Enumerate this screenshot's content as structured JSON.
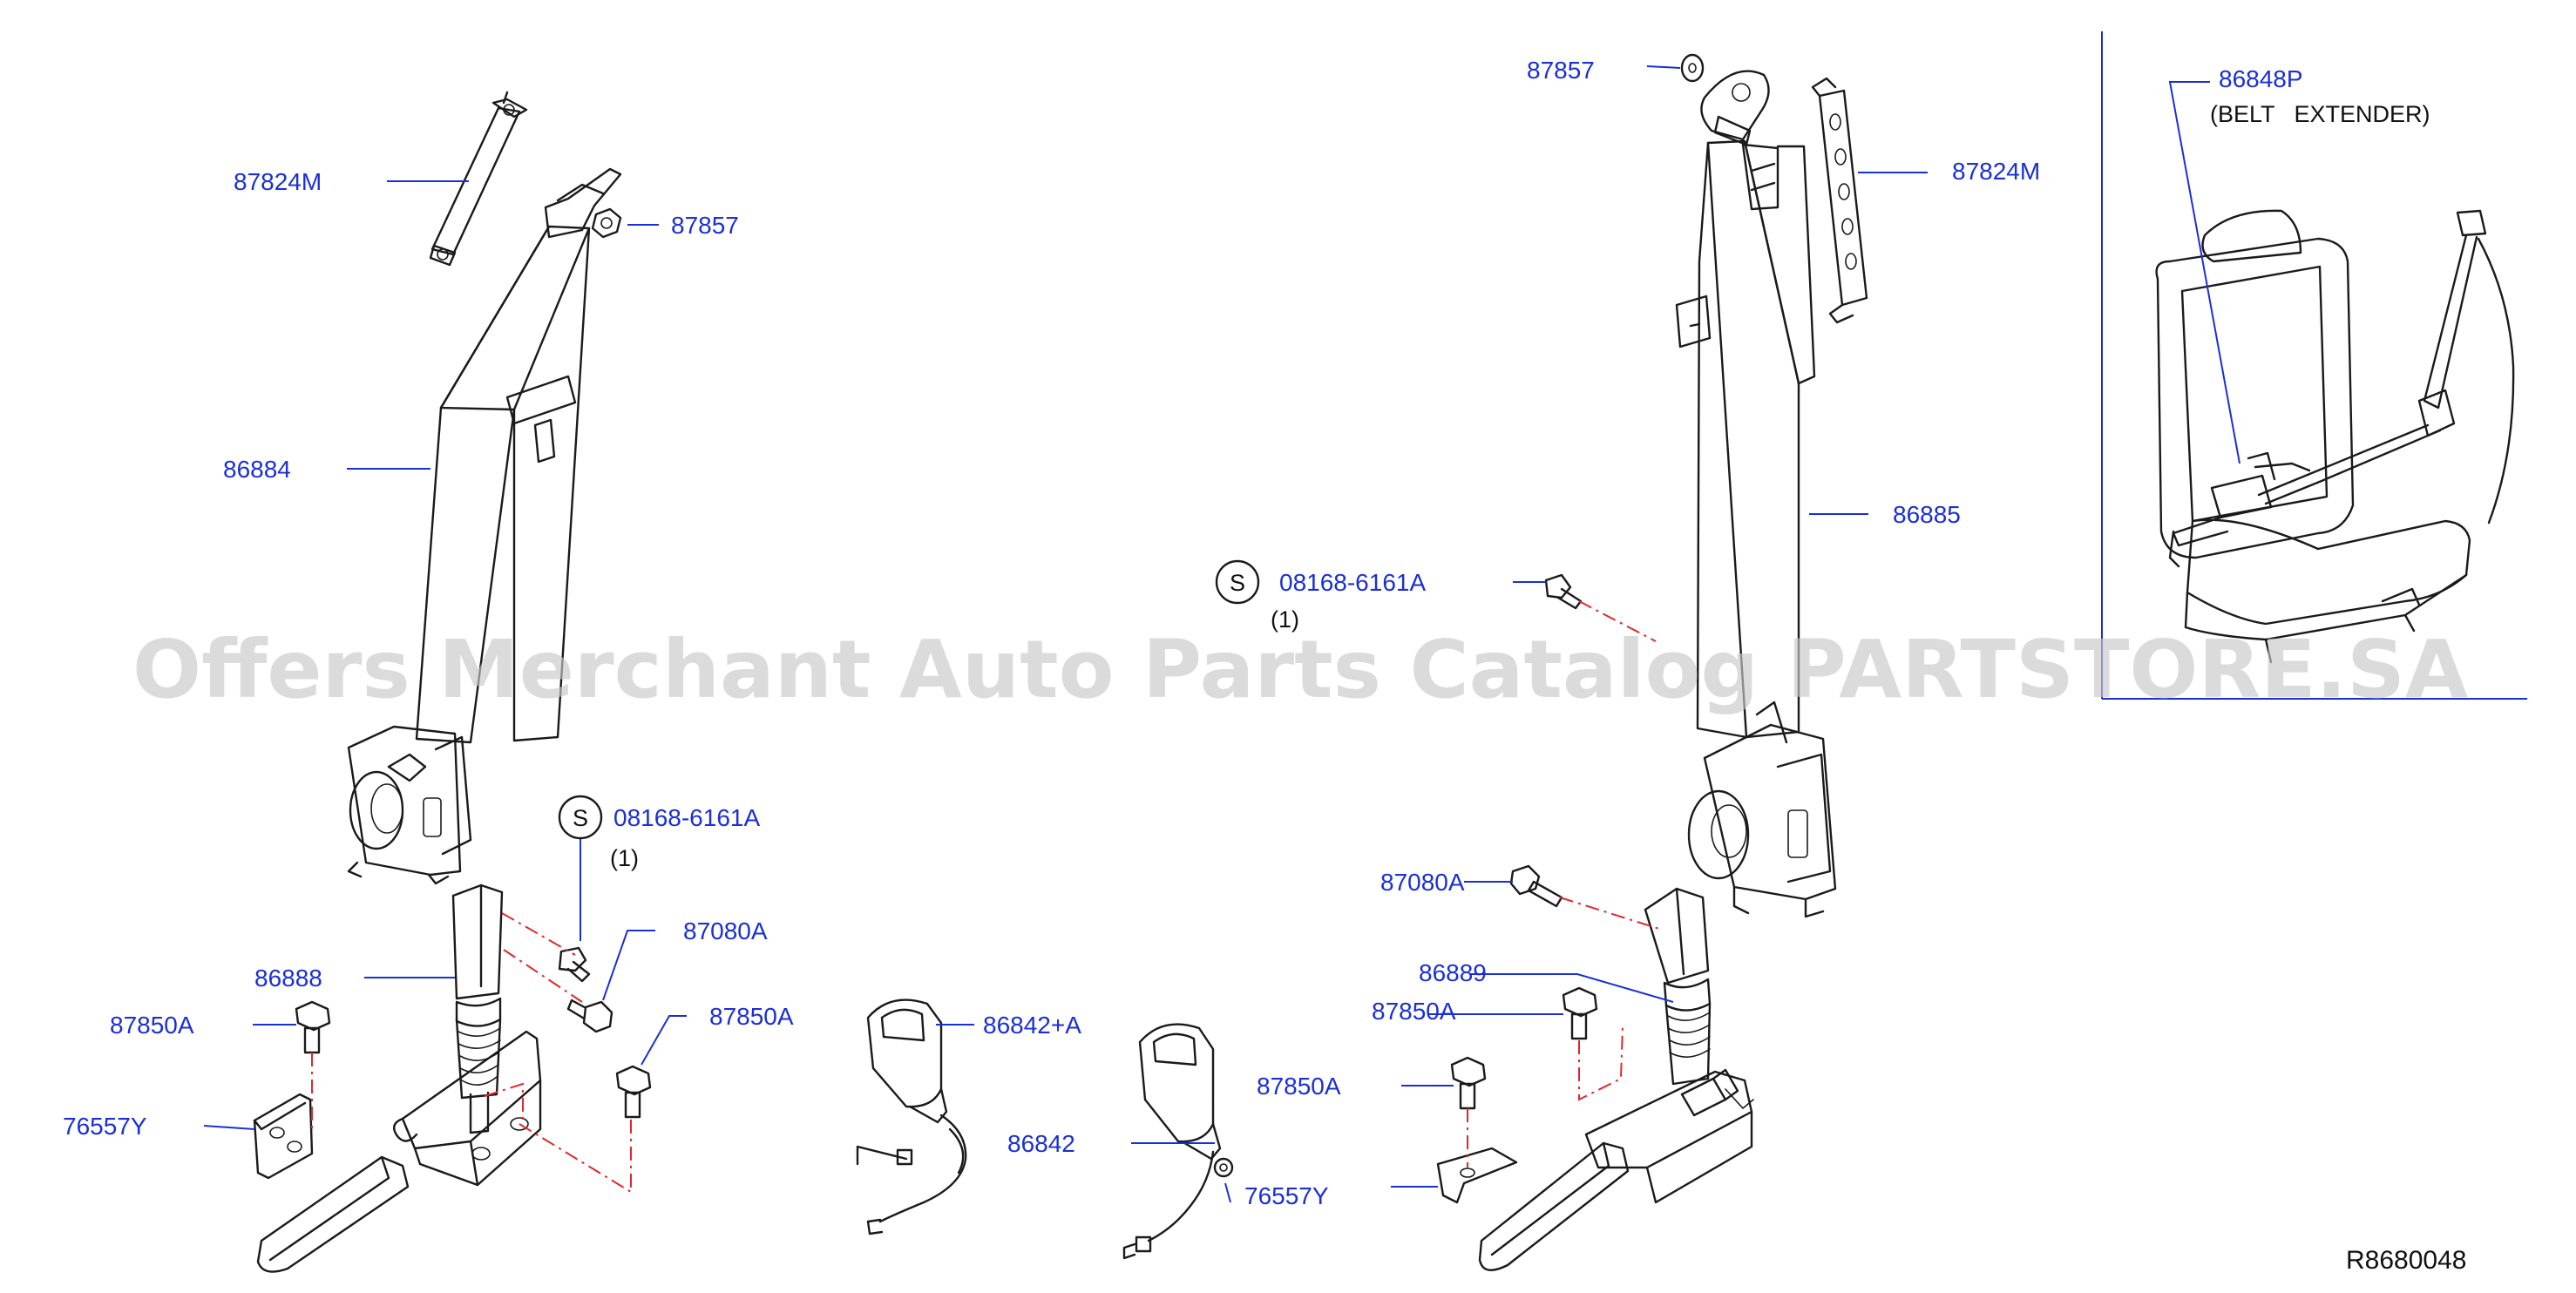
{
  "diagram": {
    "labels": {
      "p87824m_left": "87824M",
      "p87857_left": "87857",
      "p86884": "86884",
      "p08168_left": "08168-6161A",
      "p08168_left_qty": "(1)",
      "p87080a_left": "87080A",
      "p86888": "86888",
      "p87850a_left1": "87850A",
      "p87850a_left2": "87850A",
      "p76557y_left": "76557Y",
      "p86842a": "86842+A",
      "p86842": "86842",
      "p87850a_mid": "87850A",
      "p76557y_mid": "76557Y",
      "p87857_right": "87857",
      "p87824m_right": "87824M",
      "p86885": "86885",
      "p08168_right": "08168-6161A",
      "p08168_right_qty": "(1)",
      "p87080a_right": "87080A",
      "p86889": "86889",
      "p87850a_right": "87850A",
      "p86848p": "86848P",
      "p86848p_desc": "(BELT   EXTENDER)",
      "s_symbol": "S",
      "diagram_code": "R8680048"
    },
    "watermark": "Offers Merchant Auto Parts Catalog PARTSTORE.SA",
    "colors": {
      "label": "#1b2fd6",
      "dash": "#e0282b",
      "ink": "#1a1a1a"
    }
  }
}
